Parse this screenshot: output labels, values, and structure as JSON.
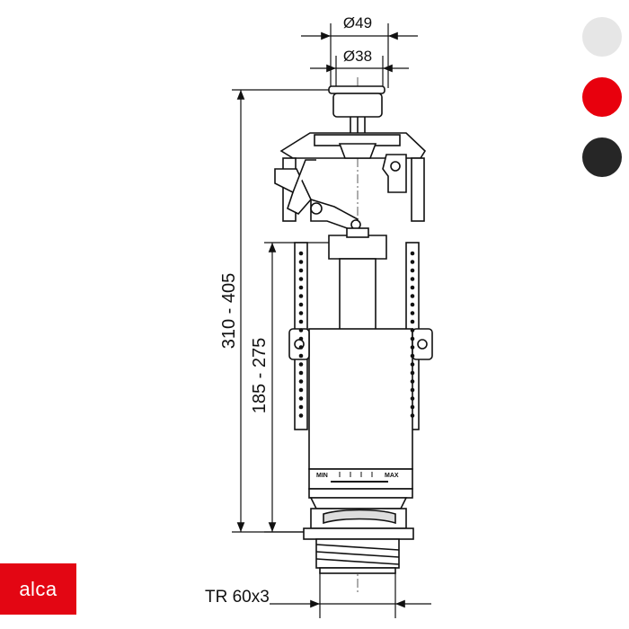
{
  "dimensions": {
    "top_outer": "Ø49",
    "top_inner": "Ø38",
    "height_total": "310 - 405",
    "height_lower": "185 - 275",
    "thread": "TR 60x3"
  },
  "scale": {
    "min": "MIN",
    "max": "MAX"
  },
  "brand": {
    "logo_text": "alca"
  },
  "colors": {
    "brand": "#e30613",
    "swatch_white": "#e6e6e6",
    "swatch_red": "#e8000d",
    "swatch_black": "#262626"
  },
  "swatches": [
    {
      "name": "white",
      "color": "#e6e6e6"
    },
    {
      "name": "red",
      "color": "#e8000d"
    },
    {
      "name": "black",
      "color": "#262626"
    }
  ]
}
